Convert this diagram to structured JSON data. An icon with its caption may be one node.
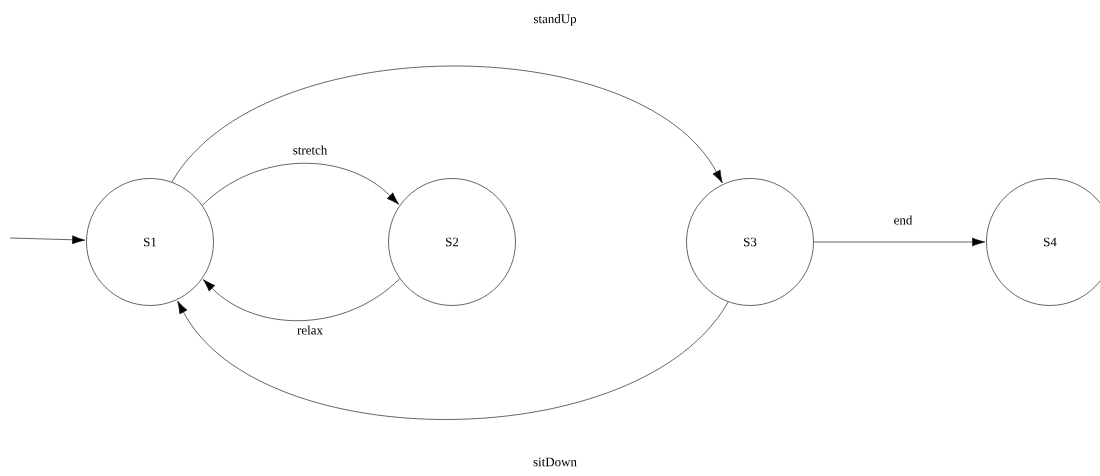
{
  "diagram": {
    "nodes": [
      {
        "text": [
          "S1"
        ]
      },
      {
        "text": [
          "S2"
        ]
      },
      {
        "text": [
          "S3"
        ]
      },
      {
        "text": [
          "S4"
        ]
      }
    ],
    "edges": [
      {
        "from": null,
        "to": 0,
        "arrow": "to"
      },
      {
        "from": 0,
        "to": 1,
        "arrow": "to",
        "label": "stretch"
      },
      {
        "from": 1,
        "to": 0,
        "arrow": "to",
        "label": "relax"
      },
      {
        "from": 0,
        "to": 2,
        "arrow": "to",
        "label": "standUp"
      },
      {
        "from": 2,
        "to": 0,
        "arrow": "to",
        "label": "sitDown"
      },
      {
        "from": 2,
        "to": 3,
        "arrow": "to",
        "label": "end"
      }
    ]
  }
}
